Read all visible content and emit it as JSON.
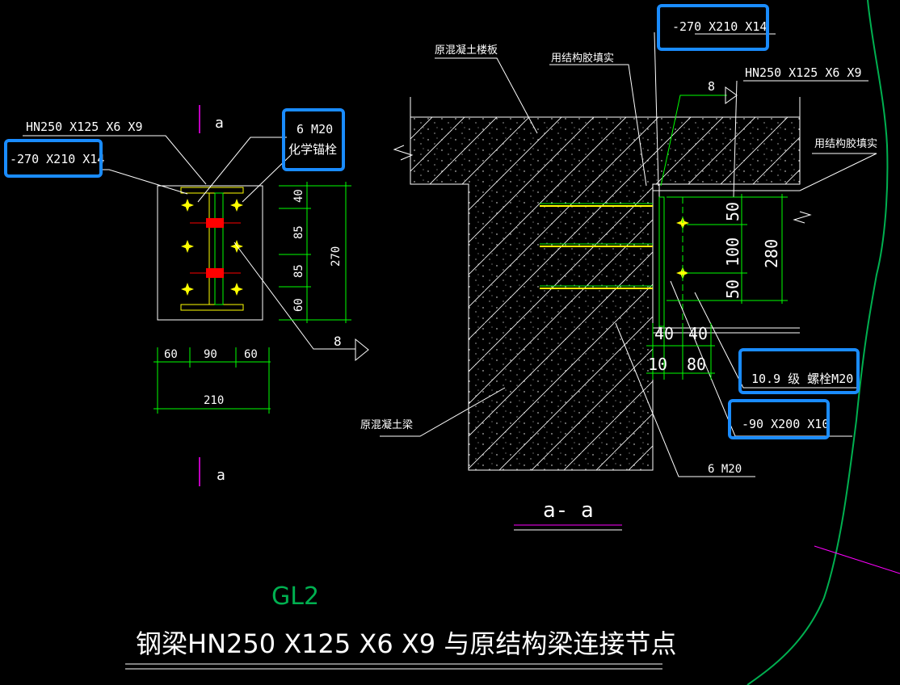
{
  "left_view": {
    "section_marker": "a",
    "beam_label": "HN250 X125 X6 X9",
    "plate_label": "-270 X210 X14",
    "anchor_label_1": "6 M20",
    "anchor_label_2": "化学锚栓",
    "dims_vertical": [
      "40",
      "85",
      "85",
      "60"
    ],
    "dim_total": "270",
    "dims_horizontal": [
      "60",
      "90",
      "60"
    ],
    "dim_width_total": "210",
    "weld_size": "8"
  },
  "section_view": {
    "slab_label": "原混凝土楼板",
    "glue_label_top": "用结构胶填实",
    "plate_label": "-270 X210 X14",
    "beam_label": "HN250 X125 X6 X9",
    "weld_size": "8",
    "glue_label_right": "用结构胶填实",
    "dims_vertical": [
      "50",
      "100",
      "50"
    ],
    "dim_total": "280",
    "dims_lower_top": [
      "40",
      "40"
    ],
    "dims_lower_bottom": [
      "10",
      "80"
    ],
    "bolt_label": "10.9 级 螺栓M20",
    "fin_plate_label": "-90 X200 X10",
    "beam_concrete_label": "原混凝土梁",
    "anchor_label": "6 M20",
    "section_title": "a- a"
  },
  "title": {
    "code": "GL2",
    "main": "钢梁HN250 X125 X6 X9 与原结构梁连接节点"
  },
  "colors": {
    "background": "#000000",
    "line_white": "#ffffff",
    "dim_green": "#00ff00",
    "highlight_blue": "#1a8cff",
    "magenta": "#ff00ff",
    "yellow": "#ffff00",
    "red": "#ff0000",
    "title_green": "#00b050"
  }
}
